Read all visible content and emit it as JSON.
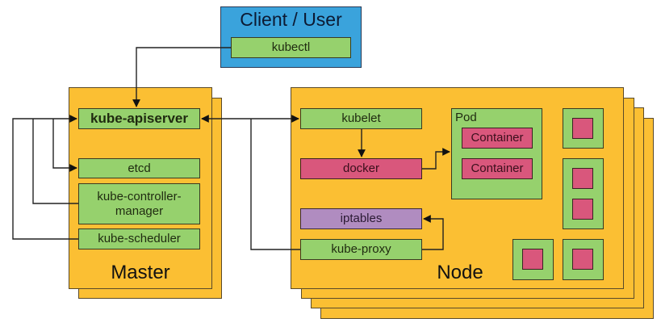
{
  "client": {
    "title": "Client / User",
    "kubectl": "kubectl"
  },
  "master": {
    "title": "Master",
    "apiserver": "kube-apiserver",
    "etcd": "etcd",
    "controller_manager": "kube-controller-\nmanager",
    "scheduler": "kube-scheduler"
  },
  "node": {
    "title": "Node",
    "kubelet": "kubelet",
    "docker": "docker",
    "iptables": "iptables",
    "kube_proxy": "kube-proxy",
    "pod": {
      "label": "Pod",
      "containers": [
        "Container",
        "Container"
      ]
    },
    "stack_count": 4
  },
  "colors": {
    "panel": "#fbbf33",
    "client": "#3aa3dc",
    "component": "#96d16d",
    "container": "#d9577c",
    "iptables": "#b08cc0"
  }
}
